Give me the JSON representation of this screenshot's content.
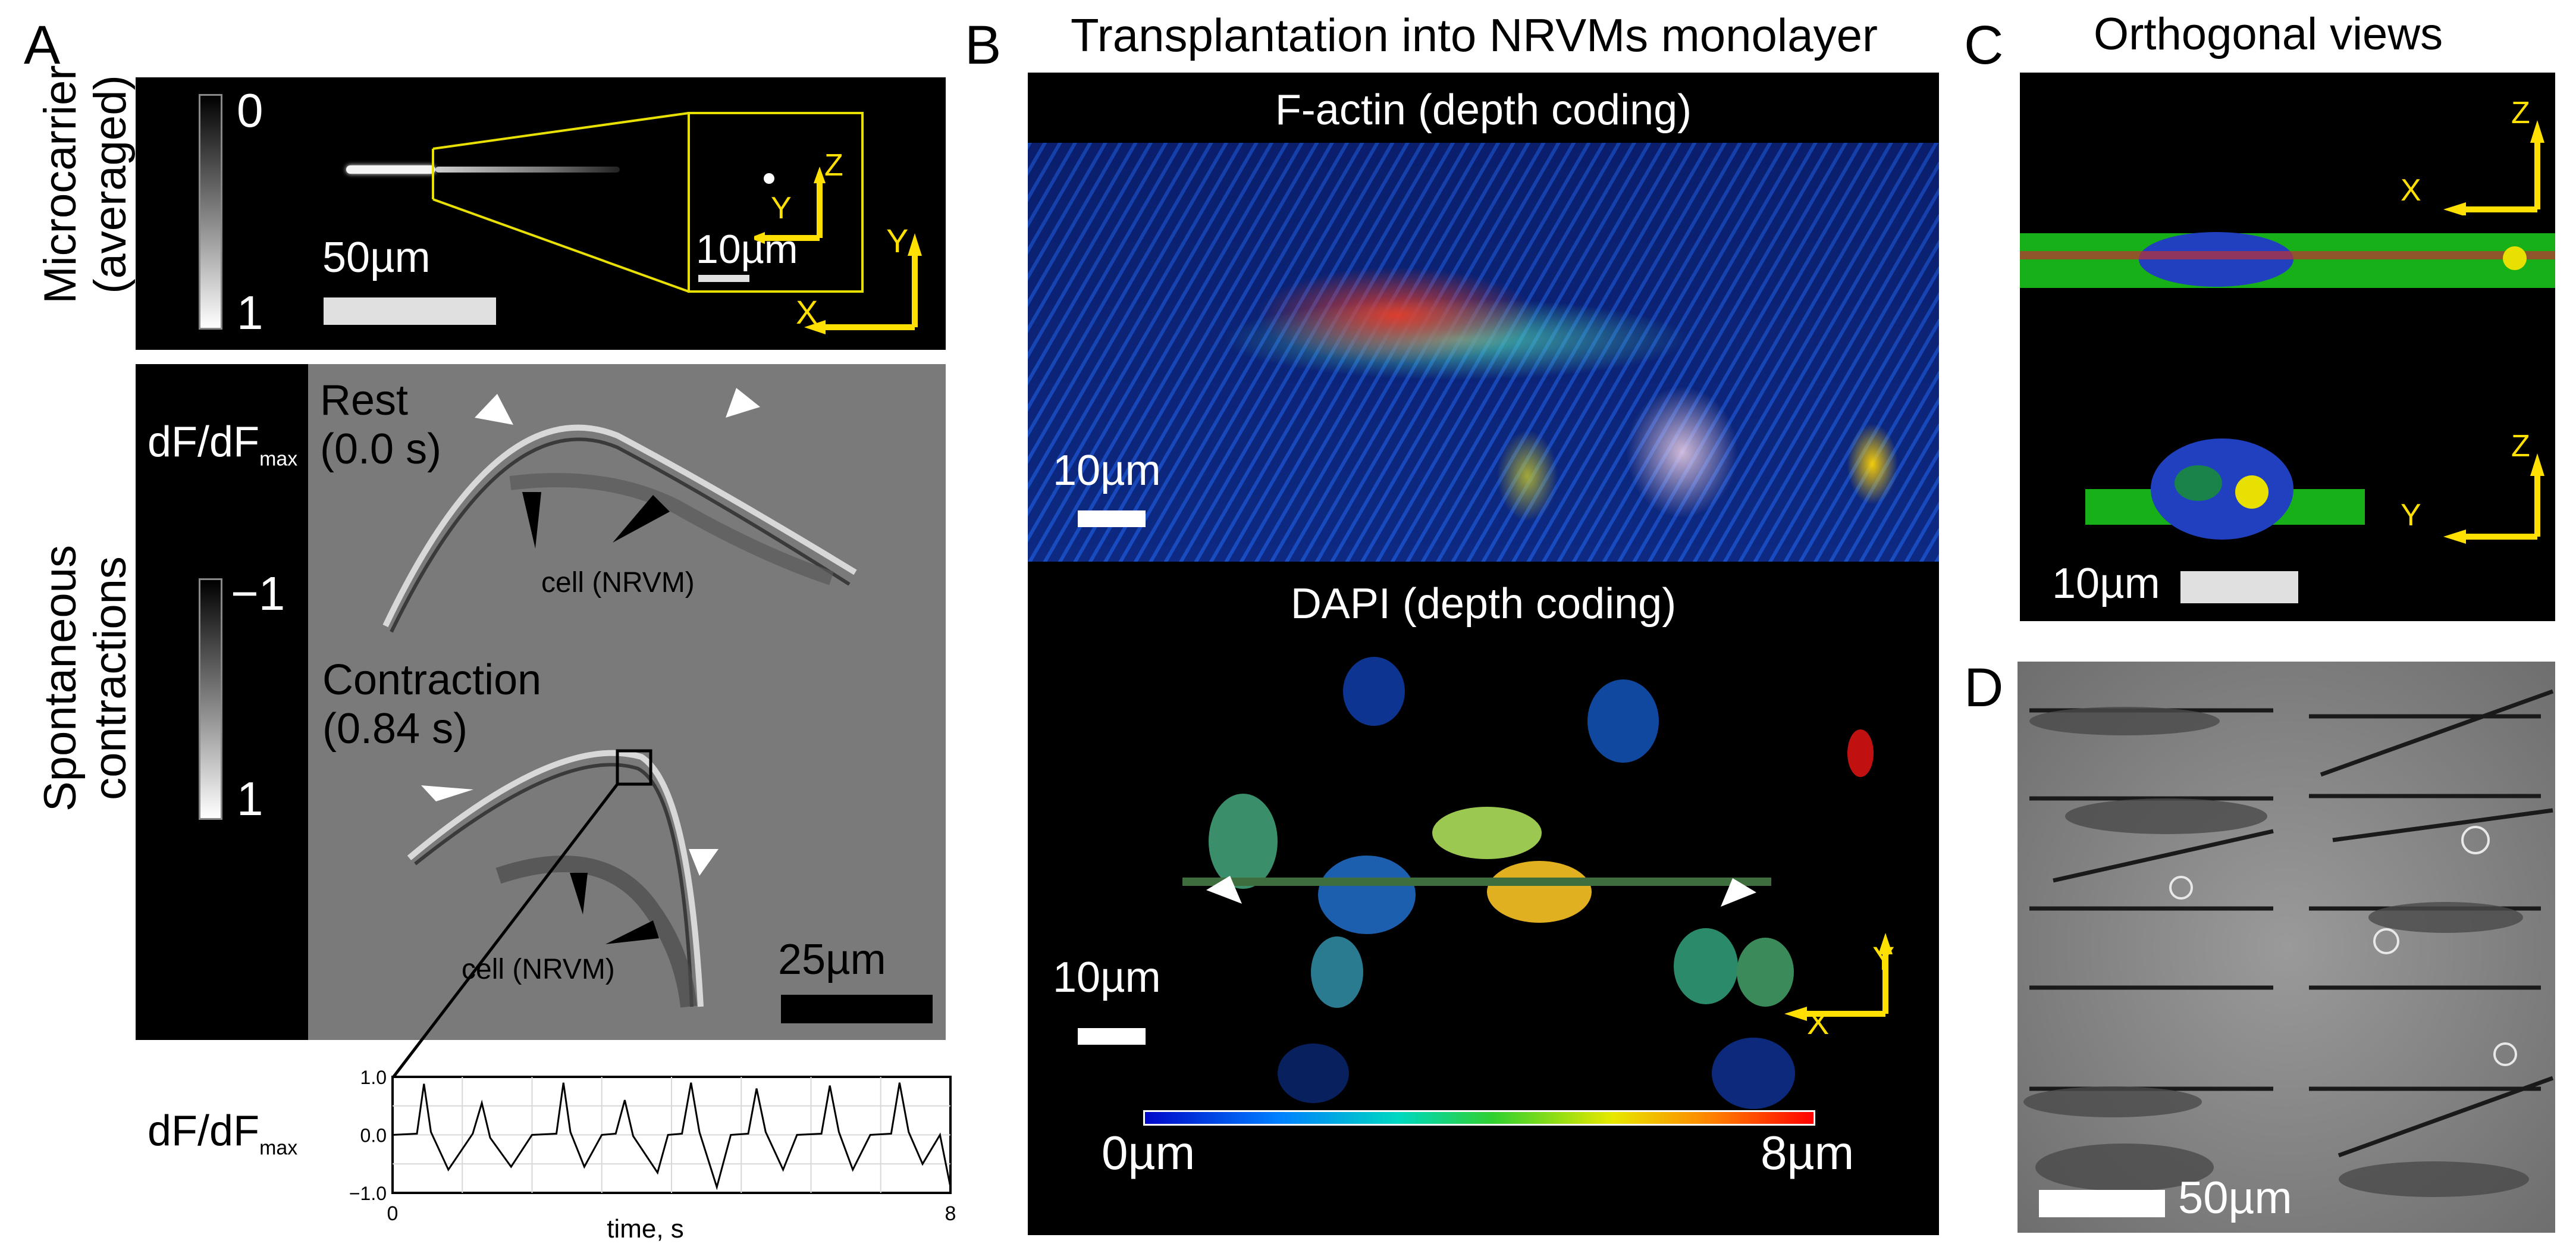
{
  "panels": {
    "A": {
      "letter": "A",
      "microcarrier": {
        "ylabel_line1": "Microcarrier",
        "ylabel_line2": "(averaged)",
        "colorbar_top": "0",
        "colorbar_bottom": "1",
        "scalebar_main": "50µm",
        "scalebar_inset": "10µm",
        "axis_labels": {
          "x": "X",
          "y": "Y",
          "z": "Z",
          "inset_y": "Y"
        }
      },
      "contractions": {
        "ylabel_line1": "Spontaneous",
        "ylabel_line2": "contractions",
        "dff_label": "dF/dF",
        "dff_sub": "max",
        "colorbar_top": "−1",
        "colorbar_bottom": "1",
        "rest_label_line1": "Rest",
        "rest_label_line2": "(0.0 s)",
        "contraction_label_line1": "Contraction",
        "contraction_label_line2": "(0.84 s)",
        "cell_label": "cell (NRVM)",
        "scalebar": "25µm"
      },
      "trace": {
        "ylabel": "dF/dF",
        "ylabel_sub": "max",
        "xlabel": "time, s",
        "y_ticks": [
          "1.0",
          "0.0",
          "−1.0"
        ],
        "x_ticks": [
          "0",
          "8"
        ]
      }
    },
    "B": {
      "letter": "B",
      "title": "Transplantation into NRVMs monolayer",
      "factin_title": "F-actin (depth coding)",
      "dapi_title": "DAPI (depth coding)",
      "scalebar_top": "10µm",
      "scalebar_bottom": "10µm",
      "axis_labels": {
        "x": "X",
        "y": "Y"
      },
      "depth_min": "0µm",
      "depth_max": "8µm"
    },
    "C": {
      "letter": "C",
      "title": "Orthogonal views",
      "axis_xz": {
        "x": "X",
        "z": "Z"
      },
      "axis_yz": {
        "y": "Y",
        "z": "Z"
      },
      "scalebar": "10µm"
    },
    "D": {
      "letter": "D",
      "scalebar": "50µm"
    }
  },
  "chart_data": {
    "type": "line",
    "xlabel": "time, s",
    "ylabel": "dF/dF max",
    "xlim": [
      0,
      8
    ],
    "ylim": [
      -1.0,
      1.0
    ],
    "x": [
      0,
      0.35,
      0.45,
      0.55,
      0.8,
      1.15,
      1.28,
      1.4,
      1.7,
      2.0,
      2.35,
      2.45,
      2.55,
      2.75,
      3.0,
      3.2,
      3.33,
      3.45,
      3.8,
      3.95,
      4.15,
      4.28,
      4.4,
      4.65,
      4.85,
      5.1,
      5.22,
      5.35,
      5.6,
      5.8,
      6.15,
      6.27,
      6.4,
      6.6,
      6.85,
      7.15,
      7.27,
      7.4,
      7.6,
      7.85,
      8.0
    ],
    "series": [
      {
        "name": "",
        "values": [
          0,
          0.02,
          0.88,
          0.05,
          -0.6,
          0.02,
          0.55,
          -0.05,
          -0.55,
          0.0,
          0.02,
          0.9,
          0.05,
          -0.55,
          0.0,
          0.02,
          0.6,
          -0.02,
          -0.65,
          0.0,
          0.02,
          0.9,
          0.05,
          -0.9,
          0.0,
          0.02,
          0.8,
          0.05,
          -0.6,
          0.0,
          0.02,
          0.85,
          0.05,
          -0.6,
          0.0,
          0.02,
          0.9,
          0.05,
          -0.5,
          0.0,
          -0.9
        ]
      }
    ]
  }
}
